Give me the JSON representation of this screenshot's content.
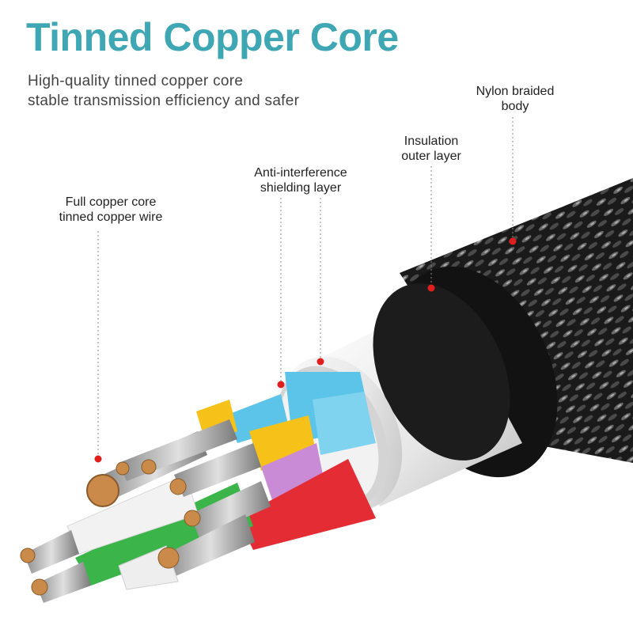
{
  "heading": {
    "title": "Tinned Copper Core",
    "subtitle_line1": "High-quality tinned copper core",
    "subtitle_line2": "stable transmission efficiency and safer"
  },
  "callouts": {
    "nylon": {
      "line1": "Nylon braided",
      "line2": "body"
    },
    "insulation": {
      "line1": "Insulation",
      "line2": "outer layer"
    },
    "shielding": {
      "line1": "Anti-interference",
      "line2": "shielding layer"
    },
    "copper": {
      "line1": "Full copper core",
      "line2": "tinned copper wire"
    }
  },
  "colors": {
    "accent": "#3fa7b4",
    "marker": "#e01e1e",
    "jacket": "#1a1a1a",
    "insulation": "#e9e9e9",
    "shield": "#d6d6d6",
    "copper": "#c98a4a",
    "wire_blue": "#5bc4e8",
    "wire_yellow": "#f6c21a",
    "wire_purple": "#c98ad6",
    "wire_red": "#e42c34",
    "wire_green": "#3bb54a",
    "wire_white": "#f2f2f2"
  }
}
